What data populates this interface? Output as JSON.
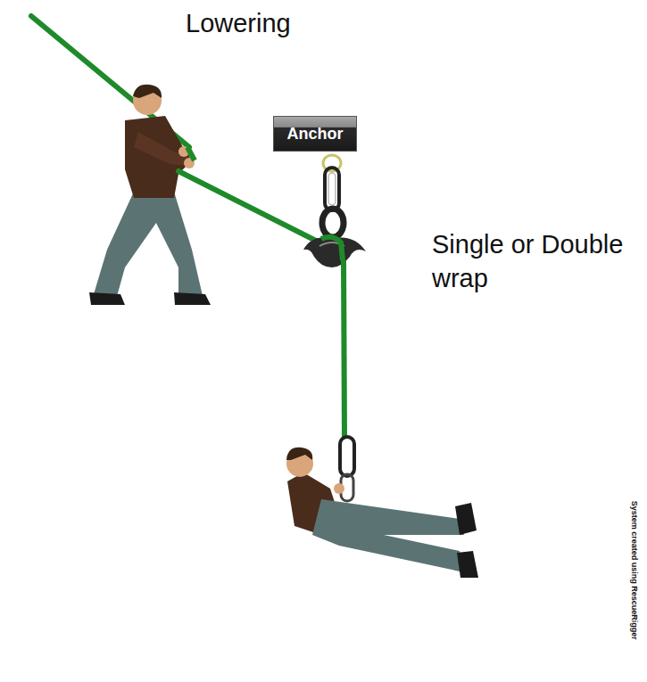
{
  "diagram": {
    "title": "Lowering",
    "nodes": [
      {
        "text": [
          "Anchor"
        ]
      }
    ],
    "labels": [
      "Single or Double wrap",
      "System created using RescueRigger"
    ]
  }
}
